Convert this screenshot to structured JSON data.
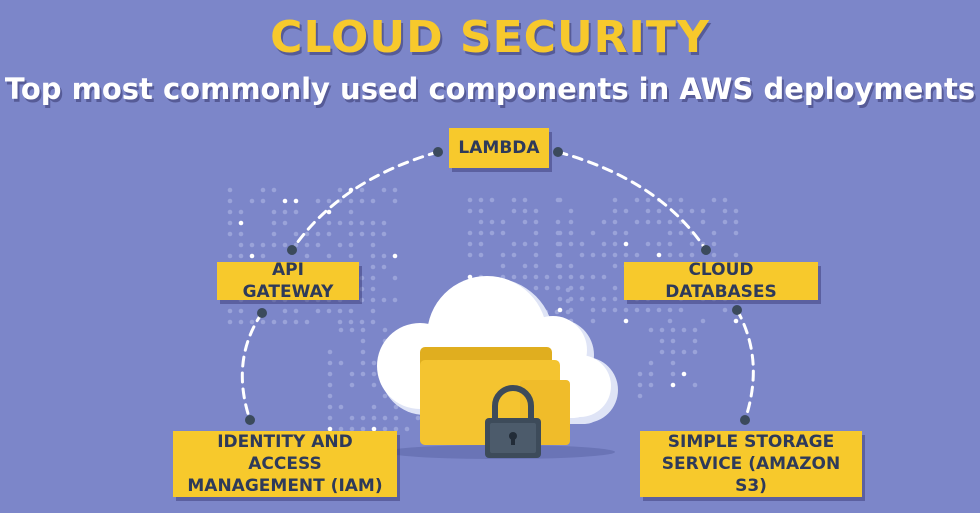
{
  "header": {
    "title": "CLOUD SECURITY",
    "subtitle": "Top most commonly used components in AWS deployments"
  },
  "components": {
    "lambda": "LAMBDA",
    "api_gateway": "API GATEWAY",
    "cloud_databases": "CLOUD DATABASES",
    "iam": "IDENTITY AND ACCESS MANAGEMENT (IAM)",
    "s3": "SIMPLE STORAGE SERVICE (AMAZON S3)"
  },
  "colors": {
    "background": "#7c86c9",
    "accent": "#f7c92c",
    "label_text": "#2e3a5a",
    "connector": "#ffffff",
    "node": "#3b4a5c",
    "cloud": "#ffffff",
    "lock": "#3d4b5a"
  },
  "icons": [
    "cloud-icon",
    "folder-icon",
    "padlock-icon",
    "world-map-dots"
  ]
}
